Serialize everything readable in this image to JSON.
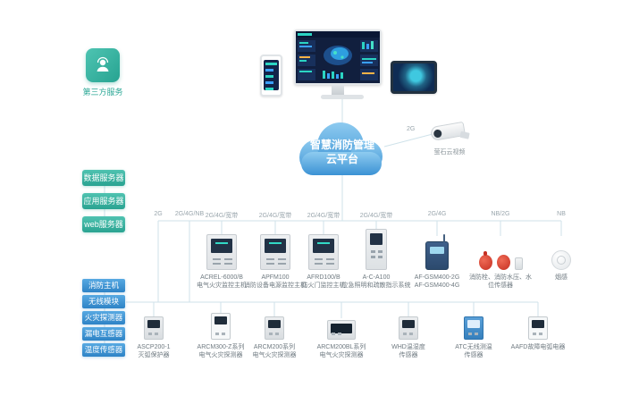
{
  "third_party": {
    "label": "第三方服务"
  },
  "cloud": {
    "l1": "智慧消防管理",
    "l2": "云平台"
  },
  "camera": {
    "conn": "2G",
    "label": "萤石云视频"
  },
  "servers": [
    "数据服务器",
    "应用服务器",
    "web服务器"
  ],
  "modules": [
    "消防主机",
    "无线模块",
    "火灾探测器",
    "漏电互感器",
    "温度传感器"
  ],
  "links": [
    "2G",
    "2G/4G/NB",
    "2G/4G/宽带",
    "2G/4G/宽带",
    "2G/4G/宽带",
    "2G/4G/宽带",
    "2G/4G",
    "NB/2G",
    "NB"
  ],
  "row1": [
    {
      "l1": "ACREL-6000/B",
      "l2": "电气火灾监控主机"
    },
    {
      "l1": "APFM100",
      "l2": "消防设备电源监控主机"
    },
    {
      "l1": "AFRD100/B",
      "l2": "防火门监控主机"
    },
    {
      "l1": "A-C-A100",
      "l2": "应急照明和疏散指示系统"
    },
    {
      "l1": "AF-GSM400-2G",
      "l2": "AF-GSM400-4G"
    },
    {
      "l1": "消防栓、消防水压、水",
      "l2": "位传感器"
    },
    {
      "l1": "烟感",
      "l2": ""
    }
  ],
  "row2": [
    {
      "l1": "ASCP200-1",
      "l2": "灭弧保护器"
    },
    {
      "l1": "ARCM300-Z系列",
      "l2": "电气火灾探测器"
    },
    {
      "l1": "ARCM200系列",
      "l2": "电气火灾探测器"
    },
    {
      "l1": "ARCM200BL系列",
      "l2": "电气火灾探测器"
    },
    {
      "l1": "WHD温湿度",
      "l2": "传感器"
    },
    {
      "l1": "ATC无线测温",
      "l2": "传感器"
    },
    {
      "l1": "AAFD故障电弧电器",
      "l2": ""
    }
  ],
  "colors": {
    "teal": "#2aa391",
    "blue": "#2e83c6",
    "cloud_blue": "#3b92d4",
    "line": "#cfe2ea",
    "alert_red": "#c52f22"
  }
}
